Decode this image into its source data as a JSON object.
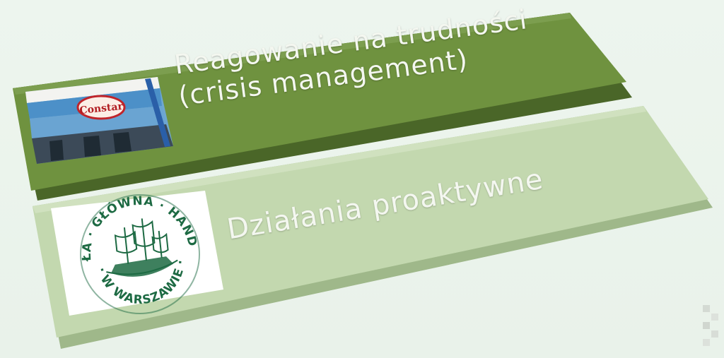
{
  "slides": [
    {
      "title_line1": "Reagowanie na trudności",
      "title_line2": "(crisis management)",
      "thumbnail": {
        "kind": "photo",
        "logo_text": "Constar"
      },
      "colors": {
        "face": "#6c8f3d",
        "text": "#f4f7f0"
      }
    },
    {
      "title": "Działania proaktywne",
      "thumbnail": {
        "kind": "seal",
        "seal_top": "SZKOŁA · GŁÓWNA · HANDLOWA",
        "seal_bottom": "· W WARSZAWIE ·"
      },
      "colors": {
        "face": "#c2d7ae",
        "text": "#f4f7f0"
      }
    }
  ],
  "decorations": {
    "corner_mark": "grid-squares-icon"
  }
}
